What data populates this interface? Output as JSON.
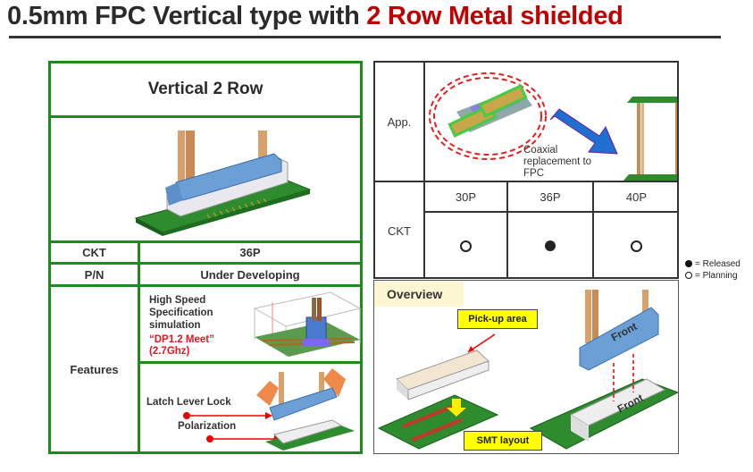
{
  "title": {
    "prefix": "0.5mm FPC Vertical type with ",
    "highlight": "2 Row Metal shielded"
  },
  "spec_table": {
    "header": "Vertical 2 Row",
    "rows": [
      {
        "label": "CKT",
        "value": "36P"
      },
      {
        "label": "P/N",
        "value": "Under Developing"
      }
    ],
    "features": {
      "label": "Features",
      "simulation_text": "High Speed Specification simulation",
      "simulation_result": "“DP1.2 Meet”",
      "simulation_freq": "(2.7Ghz)",
      "callouts": [
        "Latch Lever Lock",
        "Polarization"
      ]
    }
  },
  "app_table": {
    "app_label": "App.",
    "app_caption": "Coaxial replacement to FPC",
    "ckt_label": "CKT",
    "circuits": [
      {
        "name": "30P",
        "status": "planning"
      },
      {
        "name": "36P",
        "status": "released"
      },
      {
        "name": "40P",
        "status": "planning"
      }
    ]
  },
  "legend": [
    {
      "symbol": "filled-circle",
      "text": "= Released"
    },
    {
      "symbol": "open-circle",
      "text": "= Planning"
    }
  ],
  "overview": {
    "tag": "Overview",
    "pickup_label": "Pick-up area",
    "smt_label": "SMT layout",
    "front_label": "Front"
  },
  "colors": {
    "accent_red": "#c00000",
    "table_green": "#1e8a1e",
    "callout_yellow": "#ffff00"
  }
}
